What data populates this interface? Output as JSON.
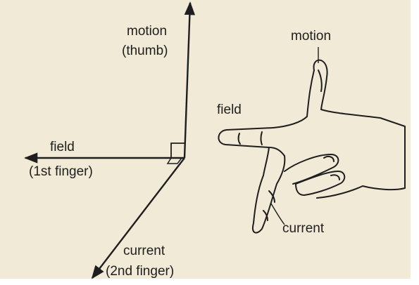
{
  "axes": {
    "motion_label": "motion",
    "motion_sub": "(thumb)",
    "field_label": "field",
    "field_sub": "(1st finger)",
    "current_label": "current",
    "current_sub": "(2nd finger)"
  },
  "hand": {
    "motion_label": "motion",
    "field_label": "field",
    "current_label": "current"
  },
  "colors": {
    "paper": "#f1ead6",
    "ink": "#1e1e1e"
  }
}
